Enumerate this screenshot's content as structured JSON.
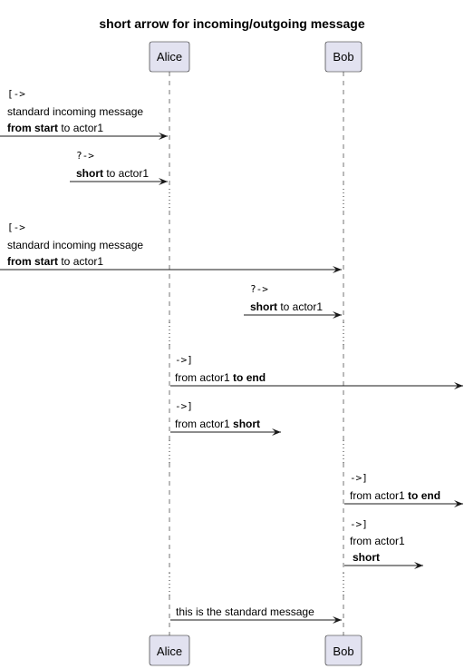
{
  "title": "short arrow for incoming/outgoing message",
  "participants": {
    "alice": "Alice",
    "bob": "Bob"
  },
  "messages": {
    "m1": {
      "syntax": "[->",
      "line1": "standard incoming message",
      "l2_bold_1": "from start",
      "l2_rest": " to actor1"
    },
    "m2": {
      "syntax": "?->",
      "bold": "short",
      "rest": " to actor1"
    },
    "m3": {
      "syntax": "[->",
      "line1": "standard incoming message",
      "l2_bold_1": "from start",
      "l2_rest": " to actor1"
    },
    "m4": {
      "syntax": "?->",
      "bold": "short",
      "rest": " to actor1"
    },
    "m5": {
      "syntax": "->]",
      "pre": "from actor1 ",
      "bold": "to end"
    },
    "m6": {
      "syntax": "->]",
      "pre": "from actor1 ",
      "bold": "short"
    },
    "m7": {
      "syntax": "->]",
      "pre": "from actor1 ",
      "bold": "to end"
    },
    "m8": {
      "syntax": "->]",
      "line1": "from actor1",
      "bold": "short"
    },
    "m9": {
      "text": "this is the standard message"
    }
  }
}
